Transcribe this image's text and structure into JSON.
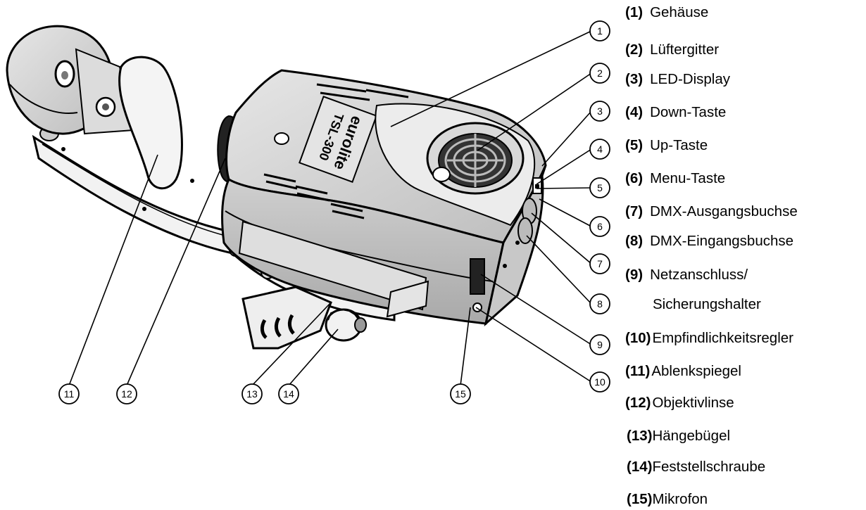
{
  "callouts": [
    {
      "n": "1"
    },
    {
      "n": "2"
    },
    {
      "n": "3"
    },
    {
      "n": "4"
    },
    {
      "n": "5"
    },
    {
      "n": "6"
    },
    {
      "n": "7"
    },
    {
      "n": "8"
    },
    {
      "n": "9"
    },
    {
      "n": "10"
    },
    {
      "n": "11"
    },
    {
      "n": "12"
    },
    {
      "n": "13"
    },
    {
      "n": "14"
    },
    {
      "n": "15"
    }
  ],
  "device_label": {
    "brand": "eurolite",
    "model": "TSL-300"
  },
  "legend": [
    {
      "num": "(1)",
      "text": "Gehäuse"
    },
    {
      "num": "(2)",
      "text": "Lüftergitter"
    },
    {
      "num": "(3)",
      "text": "LED-Display"
    },
    {
      "num": "(4)",
      "text": "Down-Taste"
    },
    {
      "num": "(5)",
      "text": "Up-Taste"
    },
    {
      "num": "(6)",
      "text": "Menu-Taste"
    },
    {
      "num": "(7)",
      "text": "DMX-Ausgangsbuchse"
    },
    {
      "num": "(8)",
      "text": "DMX-Eingangsbuchse"
    },
    {
      "num": "(9)",
      "text": "Netzanschluss/"
    },
    {
      "num": "",
      "text": "Sicherungshalter"
    },
    {
      "num": "(10)",
      "text": "Empfindlichkeitsregler"
    },
    {
      "num": "(11)",
      "text": "Ablenkspiegel"
    },
    {
      "num": "(12)",
      "text": "Objektivlinse"
    },
    {
      "num": "(13)",
      "text": "Hängebügel"
    },
    {
      "num": "(14)",
      "text": "Feststellschraube"
    },
    {
      "num": "(15)",
      "text": "Mikrofon"
    }
  ]
}
